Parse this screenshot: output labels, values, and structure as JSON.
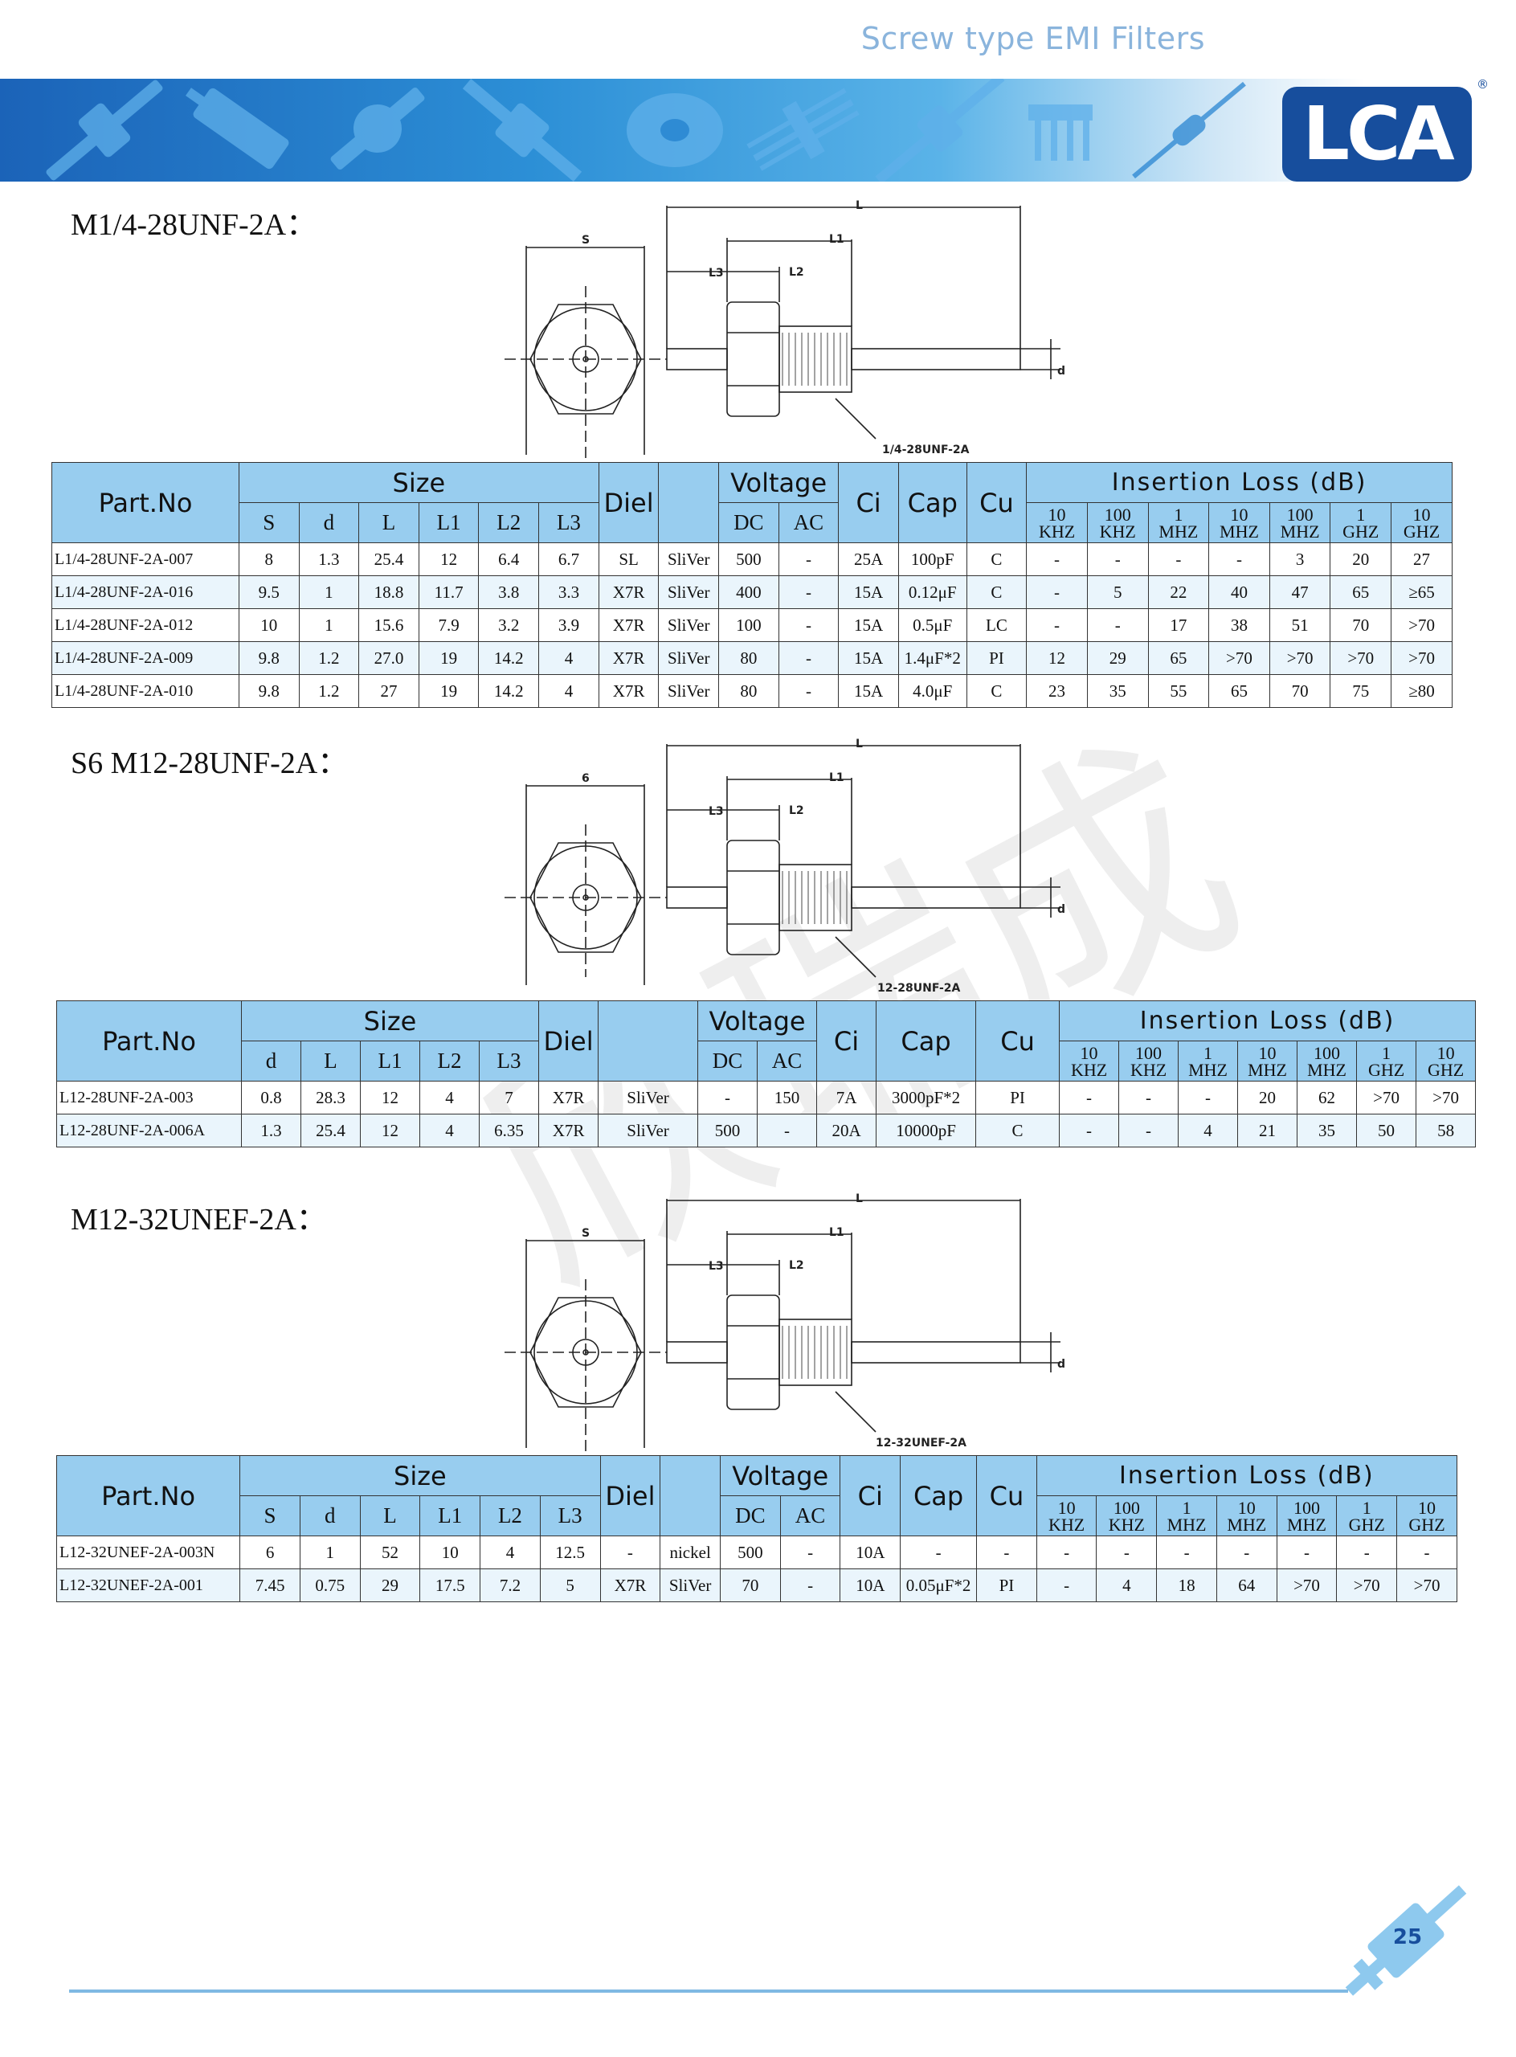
{
  "header": {
    "title": "Screw type EMI Filters",
    "logo": "LCA",
    "logo_mark": "®",
    "brand_color": "#1b63b8"
  },
  "sections": [
    {
      "title": "M1/4-28UNF-2A：",
      "drawing": {
        "hex_label": "S",
        "L": "L",
        "L1": "L1",
        "L2": "L2",
        "L3": "L3",
        "d": "d",
        "thread": "1/4-28UNF-2A"
      },
      "table": {
        "h": {
          "part": "Part.No",
          "size": "Size",
          "diel": "Diel",
          "voltage": "Voltage",
          "ci": "Ci",
          "cap": "Cap",
          "cu": "Cu",
          "il": "Insertion Loss (dB)",
          "dc": "DC",
          "ac": "AC",
          "size_cols": [
            "S",
            "d",
            "L",
            "L1",
            "L2",
            "L3"
          ],
          "il_cols": [
            [
              "10",
              "KHZ"
            ],
            [
              "100",
              "KHZ"
            ],
            [
              "1",
              "MHZ"
            ],
            [
              "10",
              "MHZ"
            ],
            [
              "100",
              "MHZ"
            ],
            [
              "1",
              "GHZ"
            ],
            [
              "10",
              "GHZ"
            ]
          ]
        },
        "rows": [
          [
            "L1/4-28UNF-2A-007",
            "8",
            "1.3",
            "25.4",
            "12",
            "6.4",
            "6.7",
            "SL",
            "SliVer",
            "500",
            "-",
            "25A",
            "100pF",
            "C",
            "-",
            "-",
            "-",
            "-",
            "3",
            "20",
            "27"
          ],
          [
            "L1/4-28UNF-2A-016",
            "9.5",
            "1",
            "18.8",
            "11.7",
            "3.8",
            "3.3",
            "X7R",
            "SliVer",
            "400",
            "-",
            "15A",
            "0.12μF",
            "C",
            "-",
            "5",
            "22",
            "40",
            "47",
            "65",
            "≥65"
          ],
          [
            "L1/4-28UNF-2A-012",
            "10",
            "1",
            "15.6",
            "7.9",
            "3.2",
            "3.9",
            "X7R",
            "SliVer",
            "100",
            "-",
            "15A",
            "0.5μF",
            "LC",
            "-",
            "-",
            "17",
            "38",
            "51",
            "70",
            ">70"
          ],
          [
            "L1/4-28UNF-2A-009",
            "9.8",
            "1.2",
            "27.0",
            "19",
            "14.2",
            "4",
            "X7R",
            "SliVer",
            "80",
            "-",
            "15A",
            "1.4μF*2",
            "PI",
            "12",
            "29",
            "65",
            ">70",
            ">70",
            ">70",
            ">70"
          ],
          [
            "L1/4-28UNF-2A-010",
            "9.8",
            "1.2",
            "27",
            "19",
            "14.2",
            "4",
            "X7R",
            "SliVer",
            "80",
            "-",
            "15A",
            "4.0μF",
            "C",
            "23",
            "35",
            "55",
            "65",
            "70",
            "75",
            "≥80"
          ]
        ]
      }
    },
    {
      "title": "S6 M12-28UNF-2A：",
      "drawing": {
        "hex_label": "6",
        "L": "L",
        "L1": "L1",
        "L2": "L2",
        "L3": "L3",
        "d": "d",
        "thread": "12-28UNF-2A"
      },
      "table": {
        "h": {
          "part": "Part.No",
          "size": "Size",
          "diel": "Diel",
          "voltage": "Voltage",
          "ci": "Ci",
          "cap": "Cap",
          "cu": "Cu",
          "il": "Insertion Loss (dB)",
          "dc": "DC",
          "ac": "AC",
          "size_cols": [
            "d",
            "L",
            "L1",
            "L2",
            "L3"
          ],
          "il_cols": [
            [
              "10",
              "KHZ"
            ],
            [
              "100",
              "KHZ"
            ],
            [
              "1",
              "MHZ"
            ],
            [
              "10",
              "MHZ"
            ],
            [
              "100",
              "MHZ"
            ],
            [
              "1",
              "GHZ"
            ],
            [
              "10",
              "GHZ"
            ]
          ]
        },
        "rows": [
          [
            "L12-28UNF-2A-003",
            "0.8",
            "28.3",
            "12",
            "4",
            "7",
            "X7R",
            "SliVer",
            "-",
            "150",
            "7A",
            "3000pF*2",
            "PI",
            "-",
            "-",
            "-",
            "20",
            "62",
            ">70",
            ">70"
          ],
          [
            "L12-28UNF-2A-006A",
            "1.3",
            "25.4",
            "12",
            "4",
            "6.35",
            "X7R",
            "SliVer",
            "500",
            "-",
            "20A",
            "10000pF",
            "C",
            "-",
            "-",
            "4",
            "21",
            "35",
            "50",
            "58"
          ]
        ]
      }
    },
    {
      "title": "M12-32UNEF-2A：",
      "drawing": {
        "hex_label": "S",
        "L": "L",
        "L1": "L1",
        "L2": "L2",
        "L3": "L3",
        "d": "d",
        "thread": "12-32UNEF-2A"
      },
      "table": {
        "h": {
          "part": "Part.No",
          "size": "Size",
          "diel": "Diel",
          "voltage": "Voltage",
          "ci": "Ci",
          "cap": "Cap",
          "cu": "Cu",
          "il": "Insertion Loss (dB)",
          "dc": "DC",
          "ac": "AC",
          "size_cols": [
            "S",
            "d",
            "L",
            "L1",
            "L2",
            "L3"
          ],
          "il_cols": [
            [
              "10",
              "KHZ"
            ],
            [
              "100",
              "KHZ"
            ],
            [
              "1",
              "MHZ"
            ],
            [
              "10",
              "MHZ"
            ],
            [
              "100",
              "MHZ"
            ],
            [
              "1",
              "GHZ"
            ],
            [
              "10",
              "GHZ"
            ]
          ]
        },
        "rows": [
          [
            "L12-32UNEF-2A-003N",
            "6",
            "1",
            "52",
            "10",
            "4",
            "12.5",
            "-",
            "nickel",
            "500",
            "-",
            "10A",
            "-",
            "-",
            "-",
            "-",
            "-",
            "-",
            "-",
            "-",
            "-"
          ],
          [
            "L12-32UNEF-2A-001",
            "7.45",
            "0.75",
            "29",
            "17.5",
            "7.2",
            "5",
            "X7R",
            "SliVer",
            "70",
            "-",
            "10A",
            "0.05μF*2",
            "PI",
            "-",
            "4",
            "18",
            "64",
            ">70",
            ">70",
            ">70"
          ]
        ]
      }
    }
  ],
  "watermark": "欣瑞成",
  "footer": {
    "page": "25"
  }
}
